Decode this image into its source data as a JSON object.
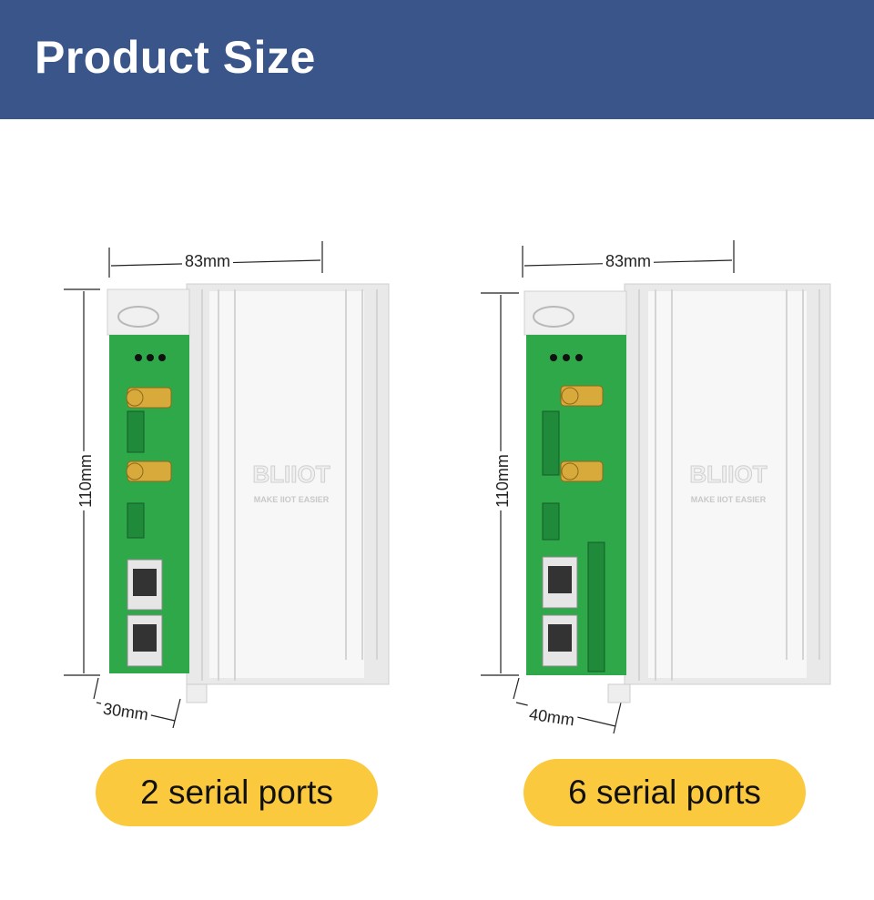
{
  "header": {
    "title": "Product Size"
  },
  "products": [
    {
      "width_label": "83mm",
      "height_label": "110mm",
      "depth_label": "30mm",
      "ports_label": "2 serial ports",
      "logo": "BLIIOT",
      "slogan": "MAKE IIOT EASIER"
    },
    {
      "width_label": "83mm",
      "height_label": "110mm",
      "depth_label": "40mm",
      "ports_label": "6 serial ports",
      "logo": "BLIIOT",
      "slogan": "MAKE IIOT EASIER"
    }
  ],
  "colors": {
    "header": "#3a5589",
    "pill": "#fbc93d",
    "pcb": "#2fa84a",
    "case": "#f2f2f2"
  }
}
